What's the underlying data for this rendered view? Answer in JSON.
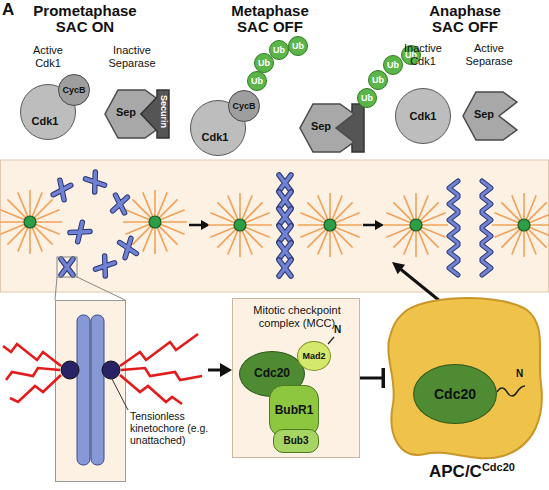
{
  "diagram": {
    "nodes": [
      {
        "text": [
          "Cdk1"
        ]
      },
      {
        "text": [
          "CycB"
        ]
      },
      {
        "text": [
          "Sep"
        ]
      },
      {
        "text": [
          "Securin"
        ]
      },
      {
        "text": [
          "Cdk1"
        ]
      },
      {
        "text": [
          "CycB"
        ]
      },
      {
        "text": [
          "Ub"
        ]
      },
      {
        "text": [
          "Ub"
        ]
      },
      {
        "text": [
          "Ub"
        ]
      },
      {
        "text": [
          "Ub"
        ]
      },
      {
        "text": [
          "Sep"
        ]
      },
      {
        "text": [
          "Ub"
        ]
      },
      {
        "text": [
          "Ub"
        ]
      },
      {
        "text": [
          "Ub"
        ]
      },
      {
        "text": [
          "Ub"
        ]
      },
      {
        "text": [
          "Cdk1"
        ]
      },
      {
        "text": [
          "Sep"
        ]
      },
      {
        "text": [
          "Tensionless kinetochore (e.g. unattached)"
        ]
      },
      {
        "text": [
          "Mitotic checkpoint complex (MCC)"
        ]
      },
      {
        "text": [
          "Cdc20"
        ],
        "in": 18
      },
      {
        "text": [
          "Mad2"
        ],
        "in": 18
      },
      {
        "text": [
          "BubR1"
        ],
        "in": 18
      },
      {
        "text": [
          "Bub3"
        ],
        "in": 18
      },
      {
        "text": [
          "APC/C",
          "Cdc20"
        ]
      },
      {
        "text": [
          "Cdc20"
        ],
        "in": 23
      }
    ],
    "edges": [
      {
        "from": 17,
        "to": 18,
        "arrow": "to"
      },
      {
        "from": 18,
        "to": 23,
        "arrow": "to"
      }
    ],
    "labels": [
      "A",
      "Prometaphase",
      "SAC ON",
      "Metaphase",
      "SAC OFF",
      "Anaphase",
      "SAC OFF",
      "Active Cdk1",
      "Inactive Separase",
      "Inactive Cdk1",
      "Active Separase",
      "N",
      "N"
    ]
  }
}
